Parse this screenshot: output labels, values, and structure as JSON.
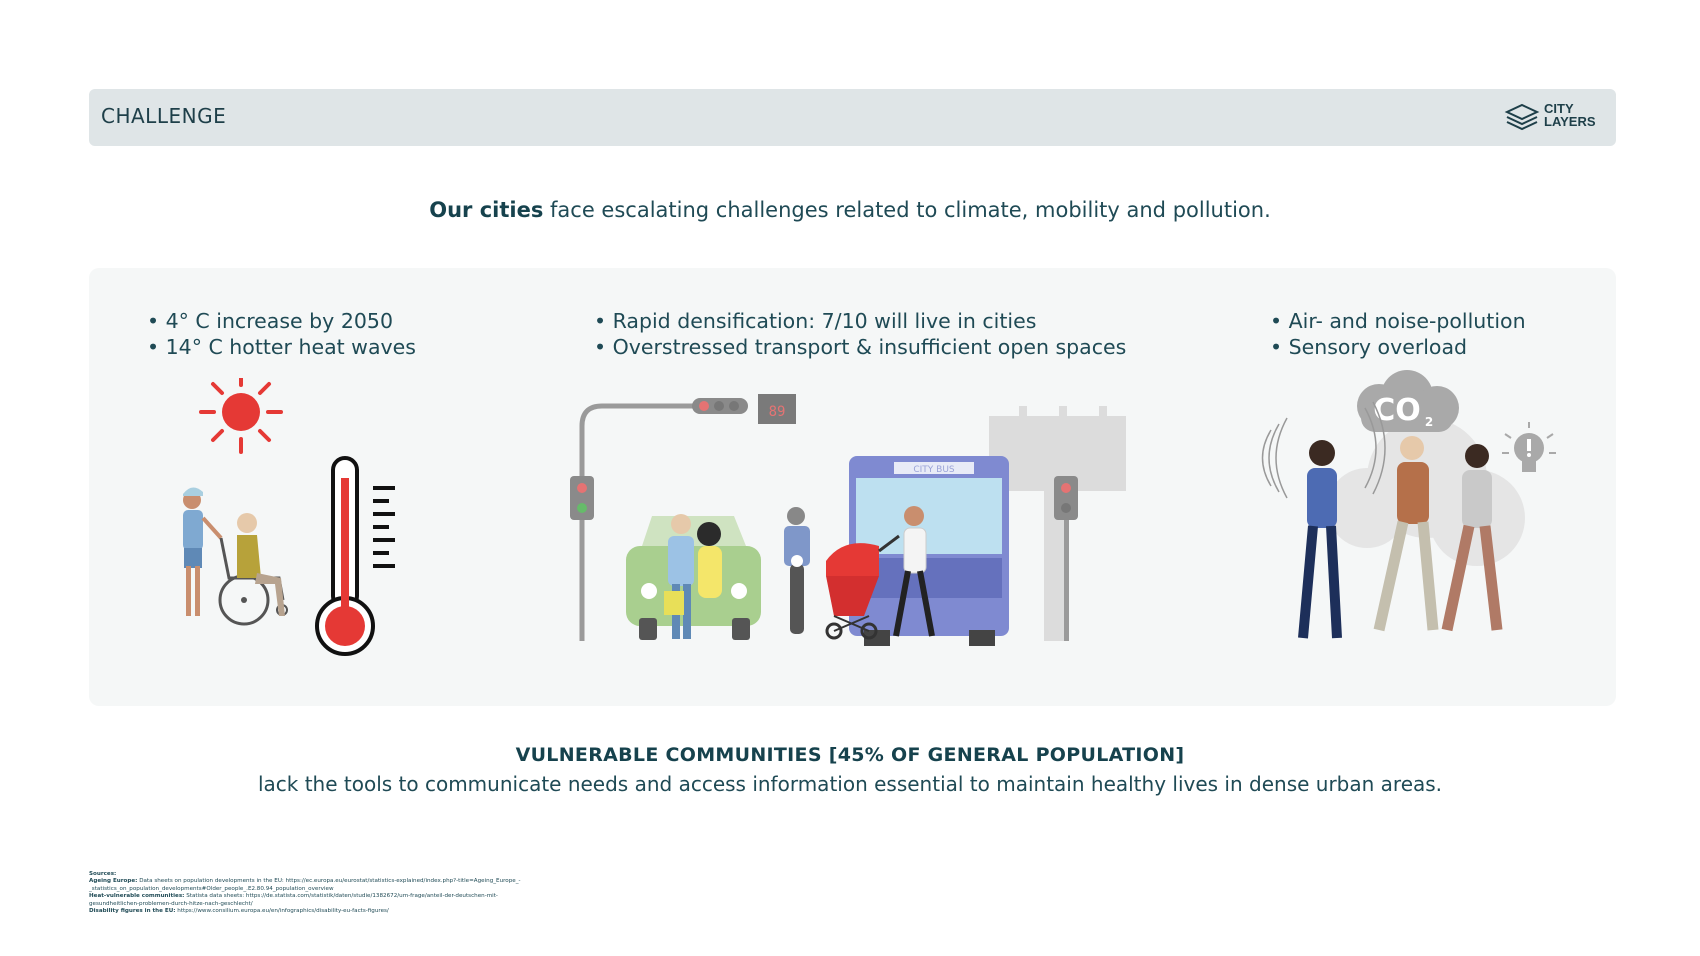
{
  "header": {
    "title": "CHALLENGE",
    "logo_line1": "CITY",
    "logo_line2": "LAYERS"
  },
  "intro": {
    "bold": "Our cities",
    "rest": " face escalating challenges related to climate, mobility and pollution."
  },
  "columns": [
    {
      "bullets": [
        "4° C increase by 2050",
        "14° C hotter heat waves"
      ],
      "icons": [
        "sun-icon",
        "thermometer-icon",
        "wheelchair-icon"
      ]
    },
    {
      "bullets": [
        "Rapid densification: 7/10 will live in cities",
        "Overstressed transport & insufficient open spaces"
      ],
      "icons": [
        "traffic-light-icon",
        "bus-icon",
        "car-icon",
        "stroller-icon"
      ],
      "traffic_counter": "89",
      "bus_sign": "CITY BUS"
    },
    {
      "bullets": [
        "Air- and noise-pollution",
        "Sensory overload"
      ],
      "icons": [
        "co2-cloud-icon",
        "alert-bulb-icon",
        "noise-waves-icon"
      ],
      "cloud_text": "CO",
      "cloud_sub": "2"
    }
  ],
  "conclusion": {
    "title": "VULNERABLE COMMUNITIES [45% OF GENERAL POPULATION]",
    "text": "lack the tools to communicate needs and access information essential to maintain healthy lives in dense urban areas."
  },
  "sources": {
    "heading": "Sources:",
    "items": [
      {
        "key": "Ageing Europe:",
        "text": " Data sheets on population developments in the EU: https://ec.europa.eu/eurostat/statistics-explained/index.php?-title=Ageing_Europe_-_statistics_on_population_developments#Older_people_.E2.80.94_population_overview"
      },
      {
        "key": "Heat-vulnerable communities:",
        "text": " Statista data sheets: https://de.statista.com/statistik/daten/studie/1382672/um-frage/anteil-der-deutschen-mit-gesundheitlichen-problemen-durch-hitze-nach-geschlecht/"
      },
      {
        "key": "Disability figures in the EU:",
        "text": " https://www.consilium.europa.eu/en/infographics/disability-eu-facts-figures/"
      }
    ]
  },
  "colors": {
    "accent_red": "#e53935",
    "dark_teal": "#16424d",
    "header_bg": "#dfe5e7",
    "panel_bg": "#f5f7f7"
  }
}
